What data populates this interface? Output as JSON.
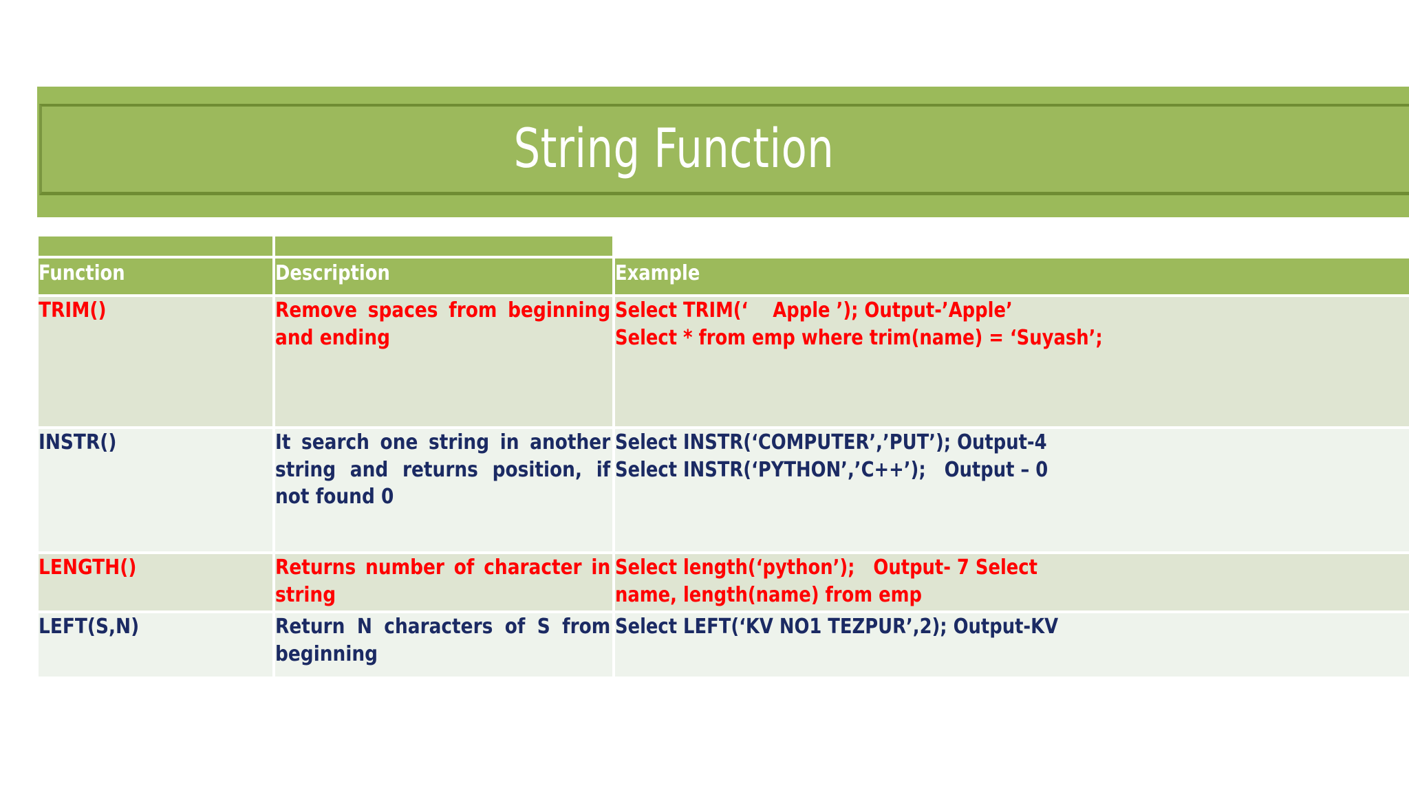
{
  "slide": {
    "title": "String Function",
    "title_band_color": "#9cba5b",
    "title_text_color": "#ffffff"
  },
  "table": {
    "headers": [
      "Function",
      "Description",
      "Example"
    ],
    "header_bg": "#9cba5b",
    "header_text_color": "#ffffff",
    "row_colors": {
      "dark": "#dfe5d2",
      "light": "#eef3ec"
    },
    "text_colors": {
      "red": "#ff0000",
      "navy": "#1b2a63"
    },
    "rows": [
      {
        "function": "TRIM()",
        "description": "Remove spaces from beginning and ending",
        "example_line1": "Select TRIM(‘    Apple ’); Output-’Apple’",
        "example_line2": "Select * from emp where trim(name) = ‘Suyash’;",
        "color": "red",
        "bg": "dark"
      },
      {
        "function": "INSTR()",
        "description": "It search one string in another string and returns  position, if not found 0",
        "example_line1": "Select INSTR(‘COMPUTER’,’PUT’); Output-4",
        "example_line2": "Select INSTR(‘PYTHON’,’C++’);   Output – 0",
        "color": "navy",
        "bg": "light"
      },
      {
        "function": "LENGTH()",
        "description": "Returns number of character in string",
        "example_line1": "Select length(‘python’);   Output- 7 Select",
        "example_line2": "name, length(name) from emp",
        "color": "red",
        "bg": "dark"
      },
      {
        "function": "LEFT(S,N)",
        "description": "Return N characters of S from beginning",
        "example_line1": "Select LEFT(‘KV NO1 TEZPUR’,2); Output-KV",
        "example_line2": "",
        "color": "navy",
        "bg": "light"
      }
    ]
  }
}
